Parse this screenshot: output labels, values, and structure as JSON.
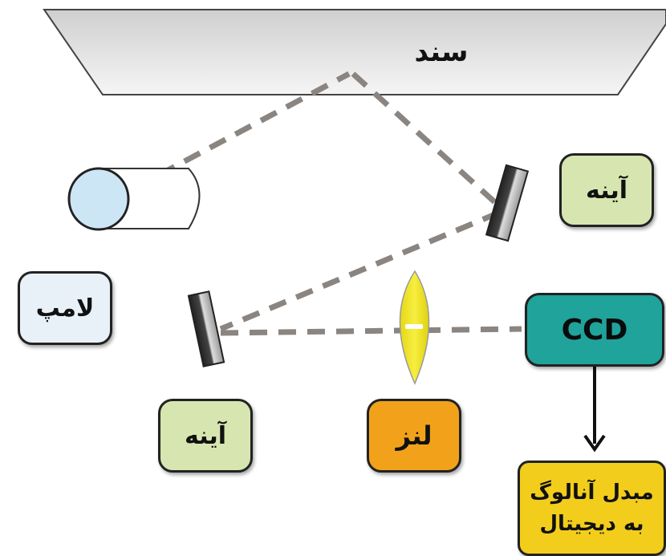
{
  "diagram": {
    "document_label": "سند",
    "mirror_top_label": "آینه",
    "lamp_label": "لامپ",
    "mirror_bottom_label": "آینه",
    "lens_label": "لنز",
    "ccd_label": "CCD",
    "adc_label_line1": "مبدل آنالوگ",
    "adc_label_line2": "به دیجیتال"
  },
  "colors": {
    "mirror_box": "#d7e6b0",
    "lamp_box": "#e9f1f8",
    "lens_box": "#f2a21a",
    "ccd_box": "#1fa39b",
    "adc_box": "#f2cd1c",
    "lens_shape": "#f0e41c",
    "lamp_disc": "#cde6f6",
    "light_path": "#8a8580",
    "platen": "#d9d9d9"
  }
}
